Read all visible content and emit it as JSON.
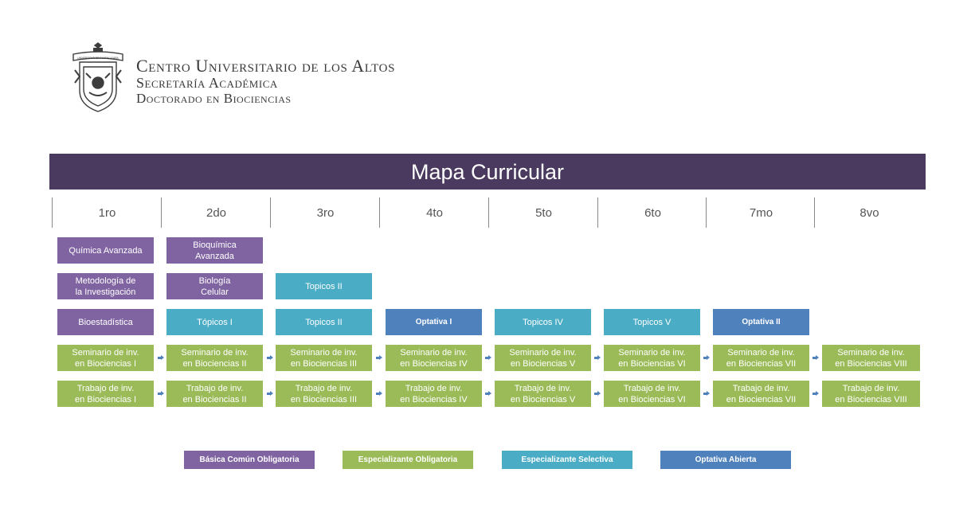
{
  "header": {
    "seal_text": "UNIVERSIDAD DE GUADALAJARA",
    "institution": "Centro Universitario de los Altos",
    "department": "Secretaría Académica",
    "program": "Doctorado en Biociencias"
  },
  "title": "Mapa Curricular",
  "semesters": [
    "1ro",
    "2do",
    "3ro",
    "4to",
    "5to",
    "6to",
    "7mo",
    "8vo"
  ],
  "courses": {
    "quimica_avanzada": "Química Avanzada",
    "bioquimica_avanzada": "Bioquímica\nAvanzada",
    "metodologia": "Metodología de\nla Investigación",
    "biologia_celular": "Biología\nCelular",
    "topicos_ii_a": "Topicos II",
    "bioestadistica": "Bioestadística",
    "topicos_i": "Tópicos I",
    "topicos_ii_b": "Topicos II",
    "optativa_i": "Optativa I",
    "topicos_iv": "Topicos IV",
    "topicos_v": "Topicos V",
    "optativa_ii": "Optativa II"
  },
  "seminarios": [
    "Seminario de inv.\nen Biociencias I",
    "Seminario de inv.\nen Biociencias II",
    "Seminario de inv.\nen Biociencias III",
    "Seminario de inv.\nen Biociencias IV",
    "Seminario de inv.\nen Biociencias V",
    "Seminario de inv.\nen Biociencias VI",
    "Seminario de inv.\nen Biociencias VII",
    "Seminario de inv.\nen Biociencias VIII"
  ],
  "trabajos": [
    "Trabajo de inv.\nen Biociencias I",
    "Trabajo de inv.\nen Biociencias II",
    "Trabajo de inv.\nen Biociencias III",
    "Trabajo de inv.\nen Biociencias IV",
    "Trabajo de inv.\nen Biociencias V",
    "Trabajo de inv.\nen Biociencias VI",
    "Trabajo de inv.\nen Biociencias VII",
    "Trabajo de inv.\nen Biociencias VIII"
  ],
  "legend": [
    {
      "label": "Básica Común Obligatoria",
      "color": "#8064a2"
    },
    {
      "label": "Especializante Obligatoria",
      "color": "#9bbb59"
    },
    {
      "label": "Especializante Selectiva",
      "color": "#4bacc6"
    },
    {
      "label": "Optativa Abierta",
      "color": "#4f81bd"
    }
  ]
}
